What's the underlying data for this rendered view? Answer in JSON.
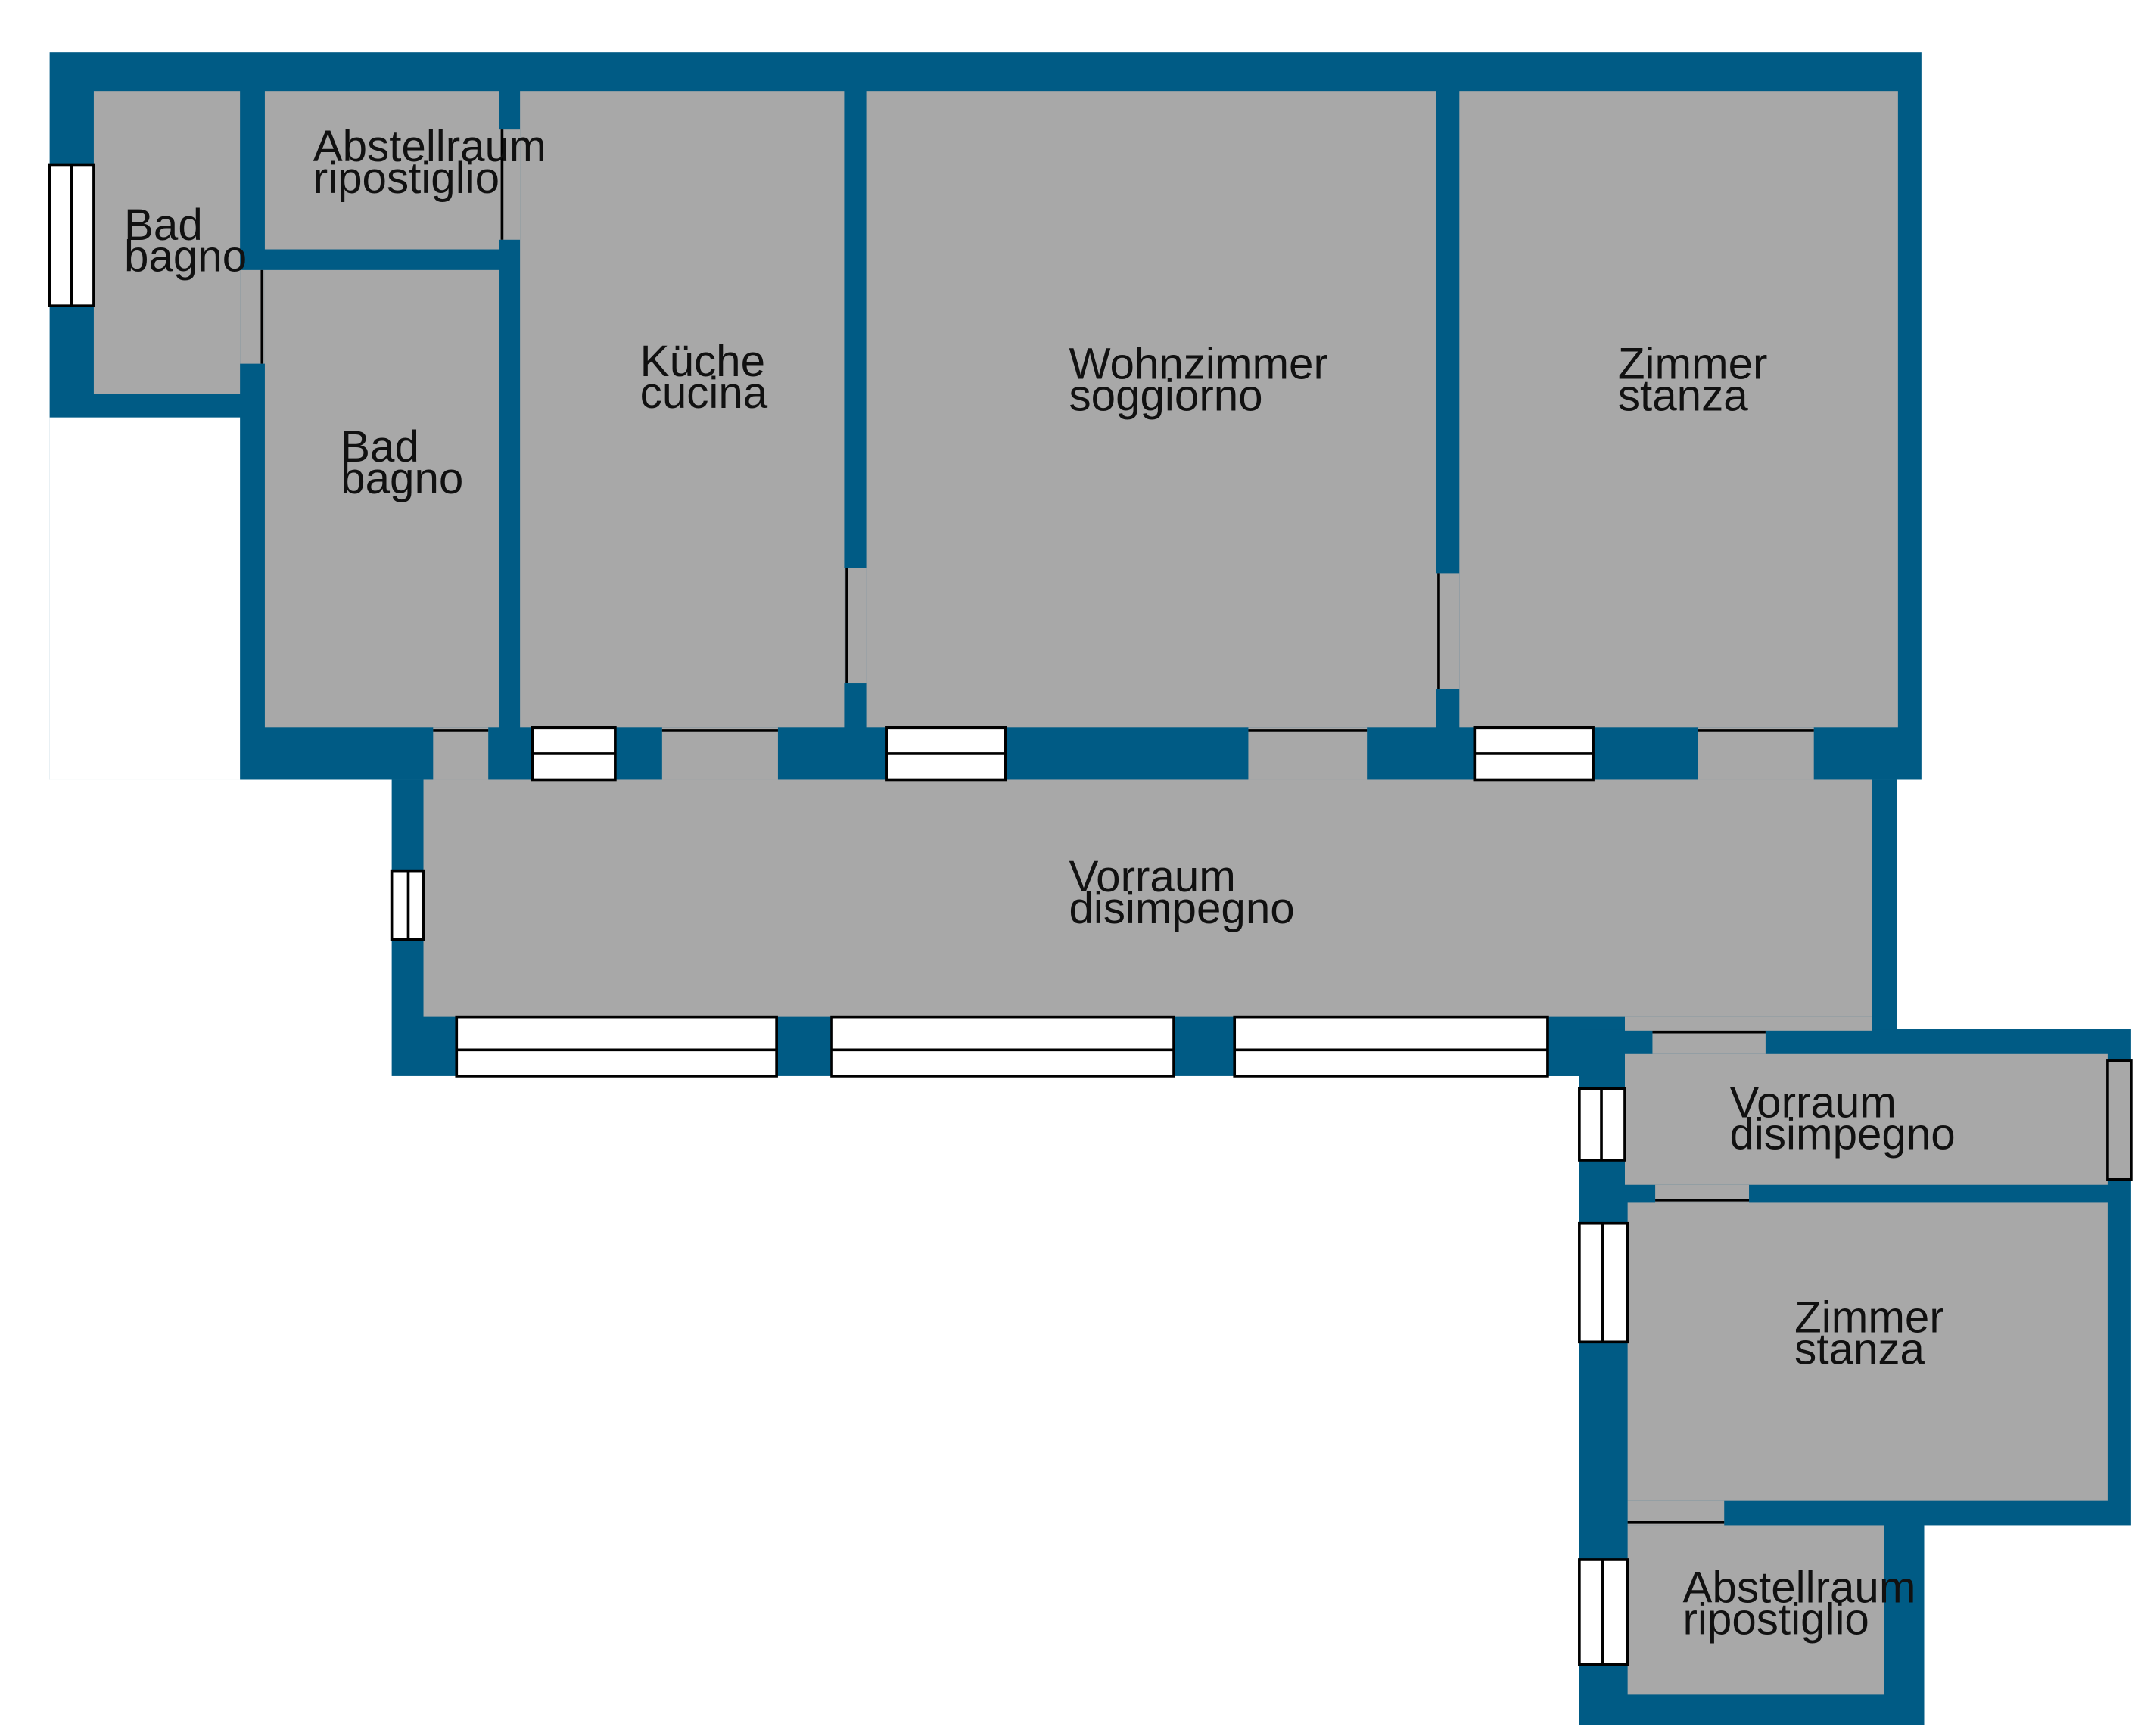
{
  "colors": {
    "wall": "#005b85",
    "floor": "#a8a8a8",
    "background": "#ffffff",
    "window": "#ffffff",
    "outline": "#000000",
    "text": "#111111"
  },
  "rooms": [
    {
      "id": "bad-1",
      "name_de": "Bad",
      "name_it": "bagno"
    },
    {
      "id": "abstellraum-1",
      "name_de": "Abstellraum",
      "name_it": "ripostiglio"
    },
    {
      "id": "bad-2",
      "name_de": "Bad",
      "name_it": "bagno"
    },
    {
      "id": "kueche",
      "name_de": "Küche",
      "name_it": "cucina"
    },
    {
      "id": "wohnzimmer",
      "name_de": "Wohnzimmer",
      "name_it": "soggiorno"
    },
    {
      "id": "zimmer-1",
      "name_de": "Zimmer",
      "name_it": "stanza"
    },
    {
      "id": "vorraum-1",
      "name_de": "Vorraum",
      "name_it": "disimpegno"
    },
    {
      "id": "vorraum-2",
      "name_de": "Vorraum",
      "name_it": "disimpegno"
    },
    {
      "id": "zimmer-2",
      "name_de": "Zimmer",
      "name_it": "stanza"
    },
    {
      "id": "abstellraum-2",
      "name_de": "Abstellraum",
      "name_it": "ripostiglio"
    }
  ]
}
